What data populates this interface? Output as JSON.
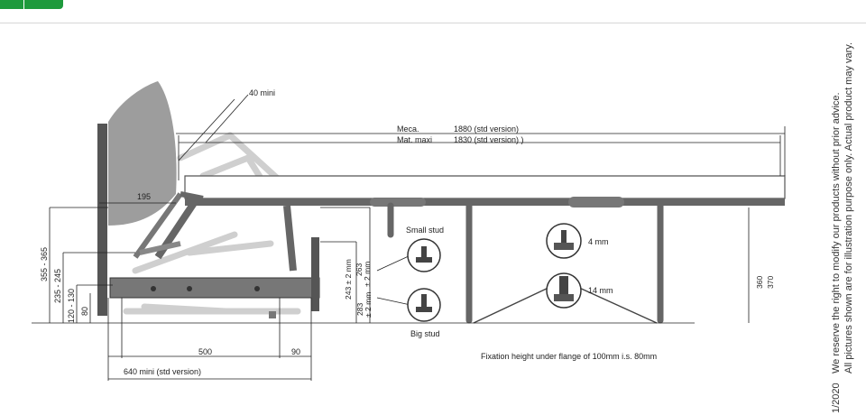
{
  "header": {
    "accent_color": "#1e9a3c"
  },
  "dimensions": {
    "top_clearance": "40 mini",
    "meca_label": "Meca.",
    "meca_value": "1880 (std version)",
    "mat_label": "Mat. maxi",
    "mat_value": "1830 (std version) )",
    "arm_offset": "195",
    "height_range_1": "355 - 365",
    "height_range_2": "235 - 245",
    "height_range_3": "120 - 130",
    "base_height": "80",
    "small_stud_height": "243 ± 2 mm",
    "small_stud_height_b": "263",
    "small_stud_tol": "± 2 mm",
    "big_stud_height": "283",
    "big_stud_tol": "± 2 mm",
    "leg_height_1": "360",
    "leg_height_2": "370",
    "depth_500": "500",
    "depth_90": "90",
    "depth_640": "640 mini (std version)"
  },
  "studs": {
    "small_stud_label": "Small stud",
    "big_stud_label": "Big stud",
    "stud_4mm": "4 mm",
    "stud_14mm": "14 mm"
  },
  "notes": {
    "fixation": "Fixation height under flange of 100mm i.s. 80mm",
    "disclaimer_1": "We reserve the right to modify our products without prior advice.",
    "disclaimer_2": "All pictures shown are for illustration purpose only. Actual product may vary.",
    "date_code": "1/2020"
  }
}
